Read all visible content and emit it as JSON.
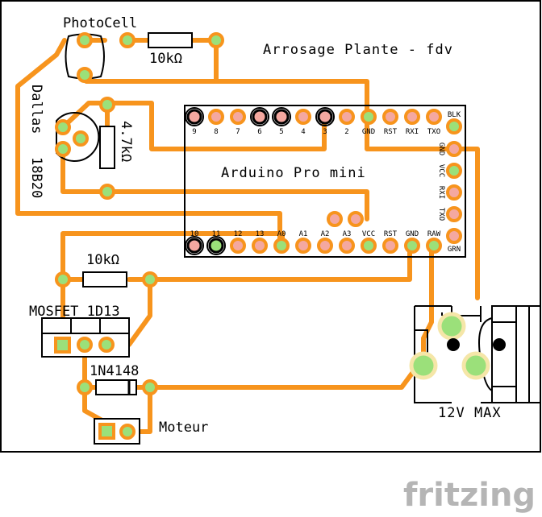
{
  "board": {
    "title": "Arrosage Plante - fdv"
  },
  "labels": {
    "photocell": "PhotoCell",
    "r_photo": "10kΩ",
    "dallas_line1": "Dallas",
    "dallas_line2": "18B20",
    "r_pullup": "4.7kΩ",
    "arduino": "Arduino Pro mini",
    "r_gate": "10kΩ",
    "mosfet": "MOSFET 1D13",
    "diode": "1N4148",
    "motor": "Moteur",
    "power": "12V MAX"
  },
  "arduino_pins": {
    "top": [
      "9",
      "8",
      "7",
      "6",
      "5",
      "4",
      "3",
      "2",
      "GND",
      "RST",
      "RXI",
      "TXO"
    ],
    "bottom": [
      "10",
      "11",
      "12",
      "13",
      "A0",
      "A1",
      "A2",
      "A3",
      "VCC",
      "RST",
      "GND",
      "RAW"
    ],
    "right": [
      "BLK",
      "GND",
      "VCC",
      "RXI",
      "TXO",
      "GRN"
    ]
  },
  "brand": "fritzing",
  "colors": {
    "trace": "#f7941d",
    "pad_ring": "#f7941d",
    "pad_green": "#9be07a",
    "pad_light": "#e6f2d8",
    "dark_ring": "#000000"
  }
}
